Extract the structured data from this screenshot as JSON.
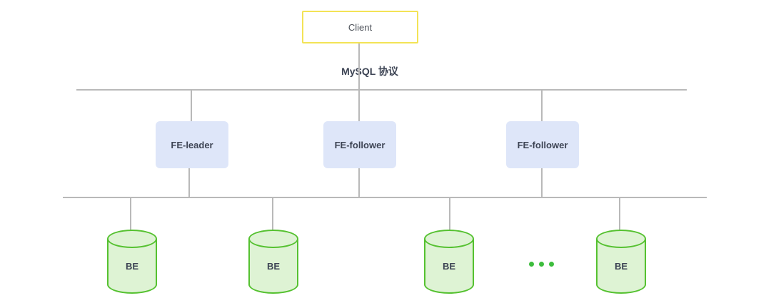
{
  "diagram": {
    "client_label": "Client",
    "protocol_label": "MySQL 协议",
    "fe_nodes": [
      {
        "label": "FE-leader"
      },
      {
        "label": "FE-follower"
      },
      {
        "label": "FE-follower"
      }
    ],
    "be_nodes": [
      {
        "label": "BE"
      },
      {
        "label": "BE"
      },
      {
        "label": "BE"
      },
      {
        "label": "BE"
      }
    ],
    "icons": {
      "more_nodes": "ellipsis-dots-icon"
    },
    "colors": {
      "canvas_bg": "#ffffff",
      "line": "#b9b9b9",
      "client_border": "#f3e356",
      "client_bg": "#ffffff",
      "client_text": "#4b5058",
      "fe_bg": "#dee6f9",
      "node_text": "#3d4454",
      "be_border": "#55c130",
      "be_bg": "#def3d4",
      "dots": "#3dbd3d"
    }
  }
}
